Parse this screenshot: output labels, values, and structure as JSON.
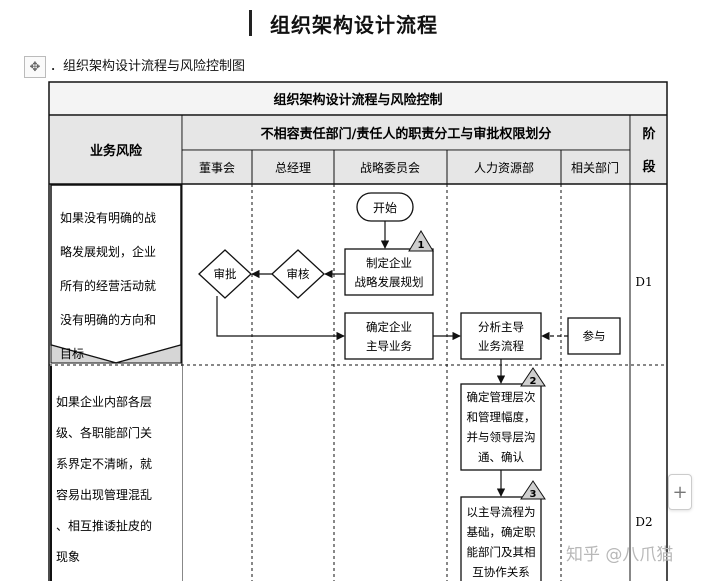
{
  "document": {
    "title": "组织架构设计流程",
    "subtitle": "．组织架构设计流程与风险控制图"
  },
  "table": {
    "caption": "组织架构设计流程与风险控制",
    "risk_header": "业务风险",
    "responsibility_header": "不相容责任部门/责任人的职责分工与审批权限划分",
    "stage_header": "阶段",
    "departments": [
      "董事会",
      "总经理",
      "战略委员会",
      "人力资源部",
      "相关部门"
    ],
    "risks": [
      "如果没有明确的战略发展规划，企业所有的经营活动就没有明确的方向和目标",
      "如果企业内部各层级、各职能部门关系界定不清晰，就容易出现管理混乱、相互推诿扯皮的现象"
    ],
    "stages": [
      "D1",
      "D2"
    ]
  },
  "flow": {
    "start": "开始",
    "step1": "制定企业战略发展规划",
    "review": "审核",
    "approve": "审批",
    "confirm": "确定企业主导业务",
    "analyze": "分析主导业务流程",
    "participate": "参与",
    "step2": "确定管理层次和管理幅度，并与领导层沟通、确认",
    "step3": "以主导流程为基础，确定职能部门及其相互协作关系",
    "badges": [
      "1",
      "2",
      "3"
    ]
  },
  "ui": {
    "move_icon": "✥",
    "plus": "+",
    "watermark": "知乎 @八爪猫"
  }
}
